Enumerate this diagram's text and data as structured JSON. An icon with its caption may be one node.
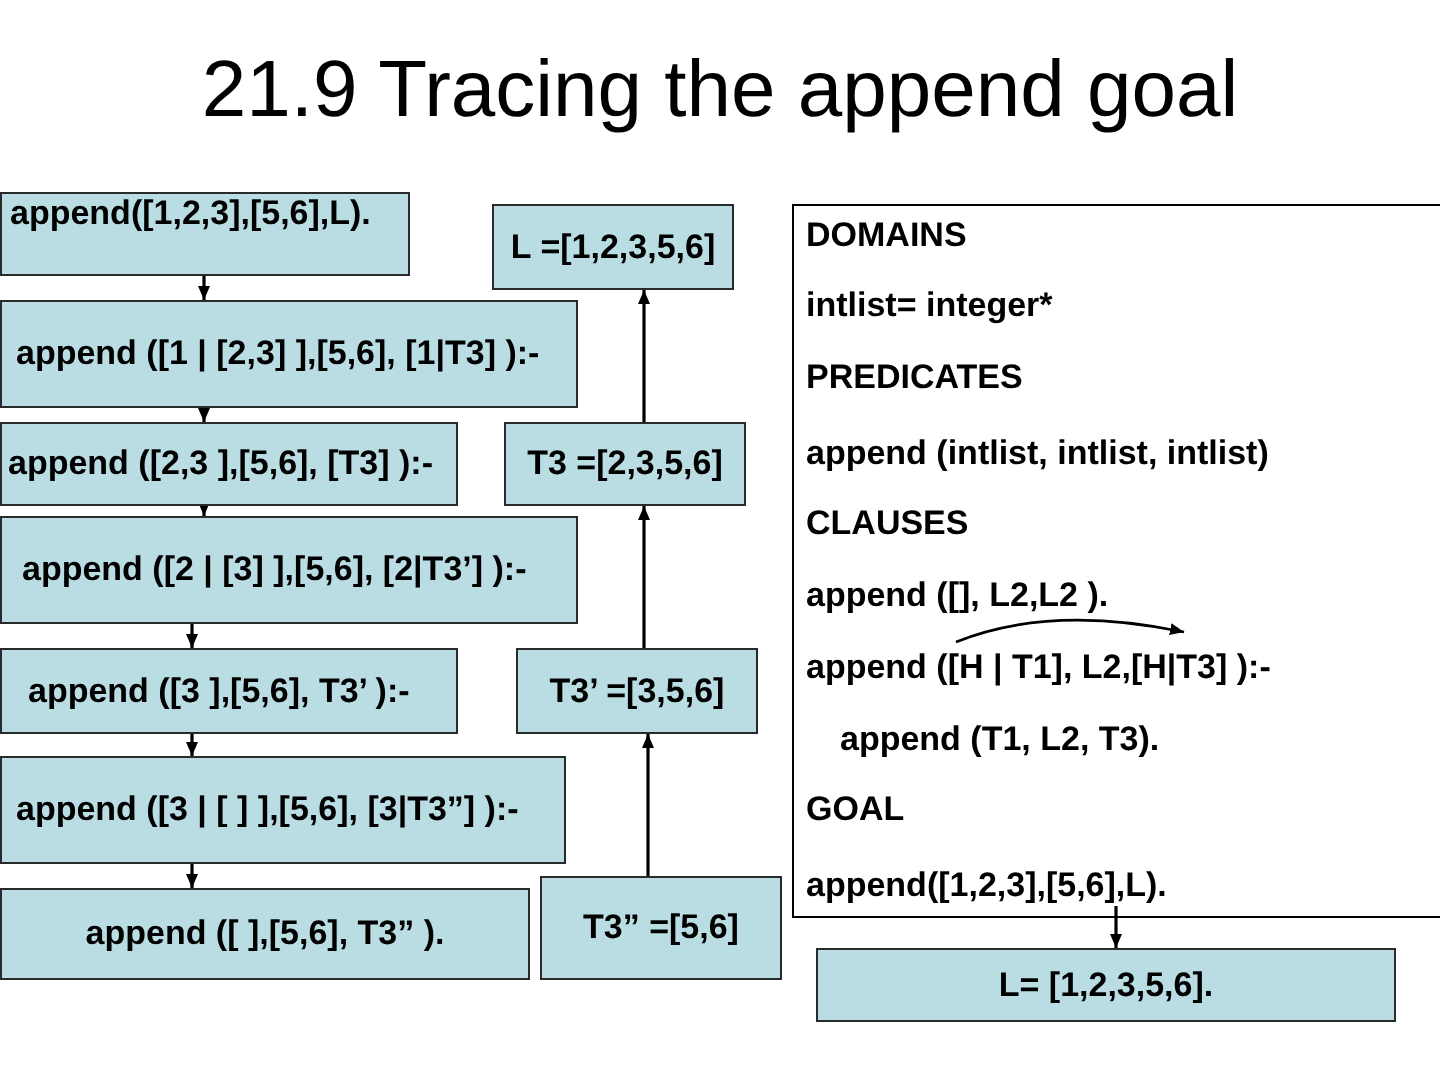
{
  "diagram": {
    "title": "21.9 Tracing the append goal",
    "nodes": [
      {
        "text": [
          "append([1,2,3],[5,6],L)."
        ]
      },
      {
        "text": [
          "L =[1,2,3,5,6]"
        ]
      },
      {
        "text": [
          "DOMAINS",
          "intlist= integer*",
          "PREDICATES",
          "append (intlist, intlist, intlist)",
          "CLAUSES",
          "append ([], L2,L2 ).",
          "append ([H | T1], L2,[H|T3] ):-",
          "append (T1, L2, T3).",
          "GOAL"
        ]
      },
      {
        "text": [
          "append ([1 | [2,3] ],[5,6], [1|T3] ):-"
        ]
      },
      {
        "text": [
          "append ([2,3 ],[5,6], [T3] ):-"
        ]
      },
      {
        "text": [
          "T3 =[2,3,5,6]"
        ]
      },
      {
        "text": [
          "append ([2 | [3] ],[5,6], [2|T3’] ):-"
        ]
      },
      {
        "text": [
          "append ([3 ],[5,6], T3’ ):-"
        ]
      },
      {
        "text": [
          "T3’ =[3,5,6]"
        ]
      },
      {
        "text": [
          "append ([3 | [ ] ],[5,6], [3|T3”] ):-"
        ]
      },
      {
        "text": [
          "append ([ ],[5,6], T3” )."
        ]
      },
      {
        "text": [
          "T3” =[5,6]"
        ]
      },
      {
        "text": [
          "append([1,2,3],[5,6],L)."
        ],
        "in": 2
      },
      {
        "text": [
          "L= [1,2,3,5,6]."
        ]
      }
    ],
    "edges": [
      {
        "from": 0,
        "to": 3,
        "arrow": "to"
      },
      {
        "from": 3,
        "to": 4,
        "arrow": "to"
      },
      {
        "from": 4,
        "to": 6,
        "arrow": "to"
      },
      {
        "from": 6,
        "to": 7,
        "arrow": "to"
      },
      {
        "from": 7,
        "to": 9,
        "arrow": "to"
      },
      {
        "from": 9,
        "to": 10,
        "arrow": "to"
      },
      {
        "from": 11,
        "to": 8,
        "arrow": "to"
      },
      {
        "from": 8,
        "to": 5,
        "arrow": "to"
      },
      {
        "from": 5,
        "to": 1,
        "arrow": "to"
      },
      {
        "from": 12,
        "to": 13,
        "arrow": "to"
      }
    ]
  }
}
